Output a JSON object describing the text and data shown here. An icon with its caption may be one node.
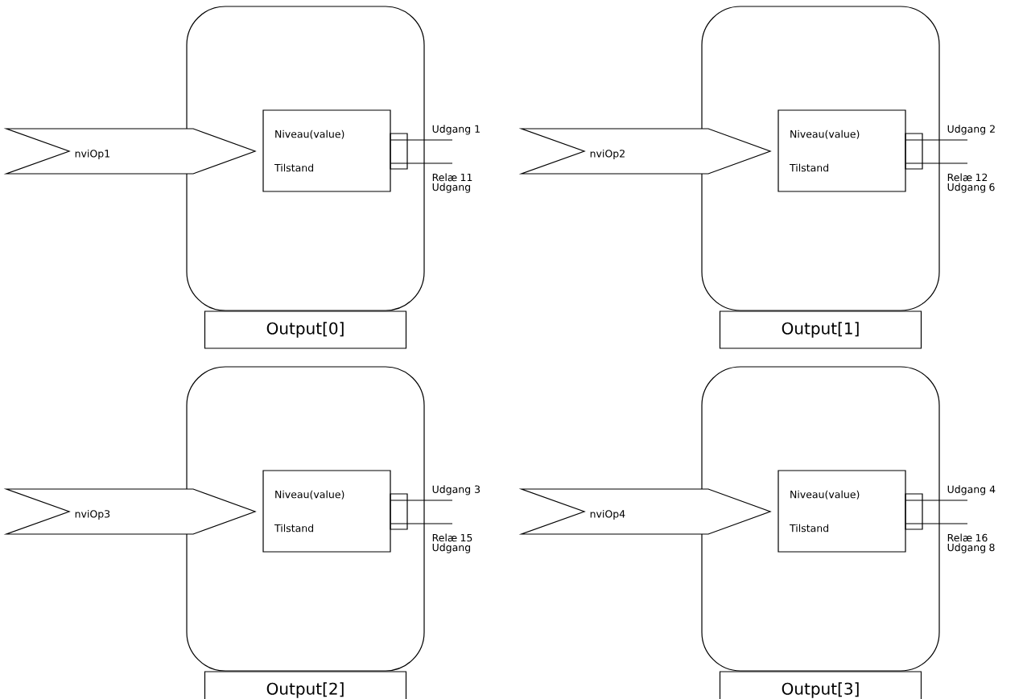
{
  "diagram": {
    "nodes": [
      {
        "text": [],
        "shape": "box"
      },
      {
        "text": [
          "nviOp1"
        ]
      },
      {
        "text": [
          "Niveau(value)",
          "Tilstand"
        ],
        "in": 0
      },
      {
        "text": [
          "Output[0]"
        ]
      },
      {
        "text": [],
        "shape": "box"
      },
      {
        "text": [
          "nviOp2"
        ]
      },
      {
        "text": [
          "Niveau(value)",
          "Tilstand"
        ],
        "in": 4
      },
      {
        "text": [
          "Output[1]"
        ]
      },
      {
        "text": [],
        "shape": "box"
      },
      {
        "text": [
          "nviOp3"
        ]
      },
      {
        "text": [
          "Niveau(value)",
          "Tilstand"
        ],
        "in": 8
      },
      {
        "text": [
          "Output[2]"
        ]
      },
      {
        "text": [],
        "shape": "box"
      },
      {
        "text": [
          "nviOp4"
        ]
      },
      {
        "text": [
          "Niveau(value)",
          "Tilstand"
        ],
        "in": 12
      },
      {
        "text": [
          "Output[3]"
        ]
      }
    ],
    "edges": [
      {
        "from": 2,
        "to": null,
        "arrow": "none",
        "label": "Udgang 1"
      },
      {
        "from": 2,
        "to": null,
        "arrow": "none",
        "label": "Relæ 11 Udgang"
      },
      {
        "from": 6,
        "to": null,
        "arrow": "none",
        "label": "Udgang 2"
      },
      {
        "from": 6,
        "to": null,
        "arrow": "none",
        "label": "Relæ 12 Udgang 6"
      },
      {
        "from": 10,
        "to": null,
        "arrow": "none",
        "label": "Udgang 3"
      },
      {
        "from": 10,
        "to": null,
        "arrow": "none",
        "label": "Relæ 15 Udgang"
      },
      {
        "from": 14,
        "to": null,
        "arrow": "none",
        "label": "Udgang 4"
      },
      {
        "from": 14,
        "to": null,
        "arrow": "none",
        "label": "Relæ 16 Udgang 8"
      }
    ]
  }
}
